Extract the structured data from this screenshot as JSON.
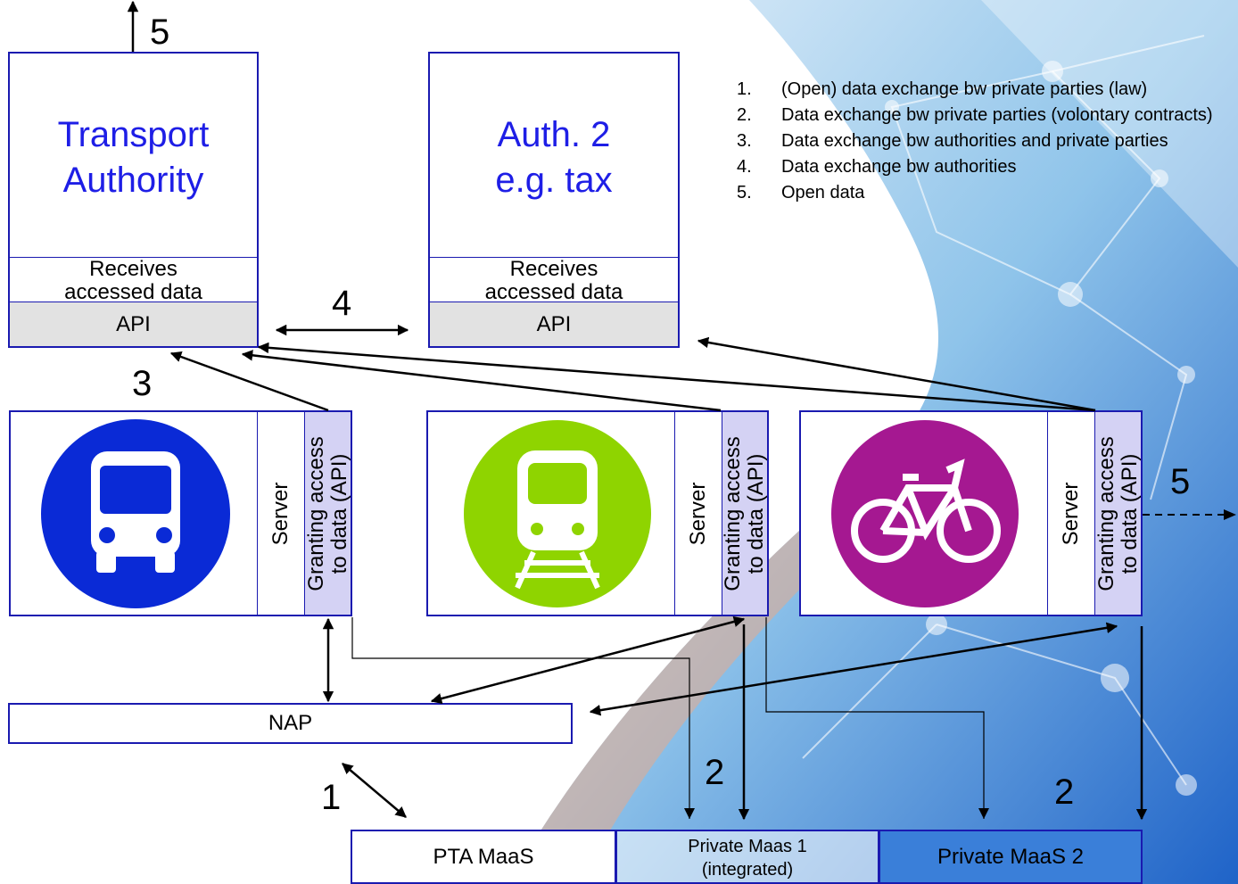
{
  "authorities": [
    {
      "title_line1": "Transport",
      "title_line2": "Authority",
      "receives_line1": "Receives",
      "receives_line2": "accessed data",
      "api": "API"
    },
    {
      "title_line1": "Auth. 2",
      "title_line2": "e.g. tax",
      "receives_line1": "Receives",
      "receives_line2": "accessed data",
      "api": "API"
    }
  ],
  "operators": [
    {
      "icon": "bus-icon",
      "color": "#0a2ad6",
      "server": "Server",
      "grant_line1": "Granting access",
      "grant_line2": "to data (API)"
    },
    {
      "icon": "train-icon",
      "color": "#8fd400",
      "server": "Server",
      "grant_line1": "Granting access",
      "grant_line2": "to data (API)"
    },
    {
      "icon": "bicycle-icon",
      "color": "#a51891",
      "server": "Server",
      "grant_line1": "Granting access",
      "grant_line2": "to data (API)"
    }
  ],
  "nap": "NAP",
  "maas": [
    "PTA MaaS",
    "Private Maas 1",
    "(integrated)",
    "Private MaaS 2"
  ],
  "numbers": {
    "top5": "5",
    "n4": "4",
    "n3": "3",
    "right5": "5",
    "n1": "1",
    "n2a": "2",
    "n2b": "2"
  },
  "legend": [
    {
      "num": "1.",
      "text": "(Open) data exchange bw private parties (law)"
    },
    {
      "num": "2.",
      "text": "Data exchange bw private parties (volontary contracts)"
    },
    {
      "num": "3.",
      "text": "Data exchange bw authorities and private parties"
    },
    {
      "num": "4.",
      "text": "Data exchange bw authorities"
    },
    {
      "num": "5.",
      "text": "Open data"
    }
  ],
  "colors": {
    "box_border": "#1a1ab0",
    "auth_text": "#1e1ee6",
    "api_fill": "#e2e2e2",
    "grant_fill": "#d4d2f4",
    "maas2_fill": "#3a7fd9"
  }
}
